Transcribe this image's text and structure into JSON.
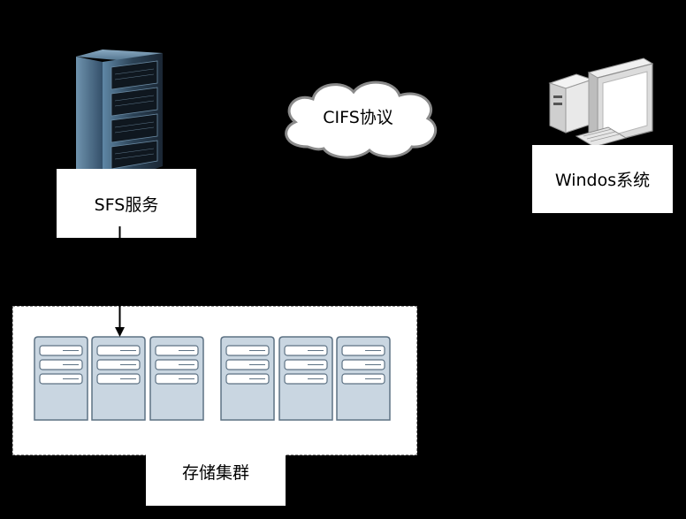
{
  "nodes": {
    "sfs_service": "SFS服务",
    "windows_system": "Windos系统",
    "storage_cluster": "存储集群",
    "cifs_protocol": "CIFS协议"
  },
  "icons": {
    "server_rack": "server-rack-icon",
    "desktop_pc": "desktop-computer-icon",
    "storage_server": "storage-server-icon",
    "cloud": "cloud-icon"
  },
  "colors": {
    "background": "#000000",
    "box_fill": "#ffffff",
    "storage_fill": "#c9d6e1",
    "storage_stroke": "#5d7284",
    "rack_dark": "#1d2b38",
    "rack_light": "#4b6f8c"
  }
}
